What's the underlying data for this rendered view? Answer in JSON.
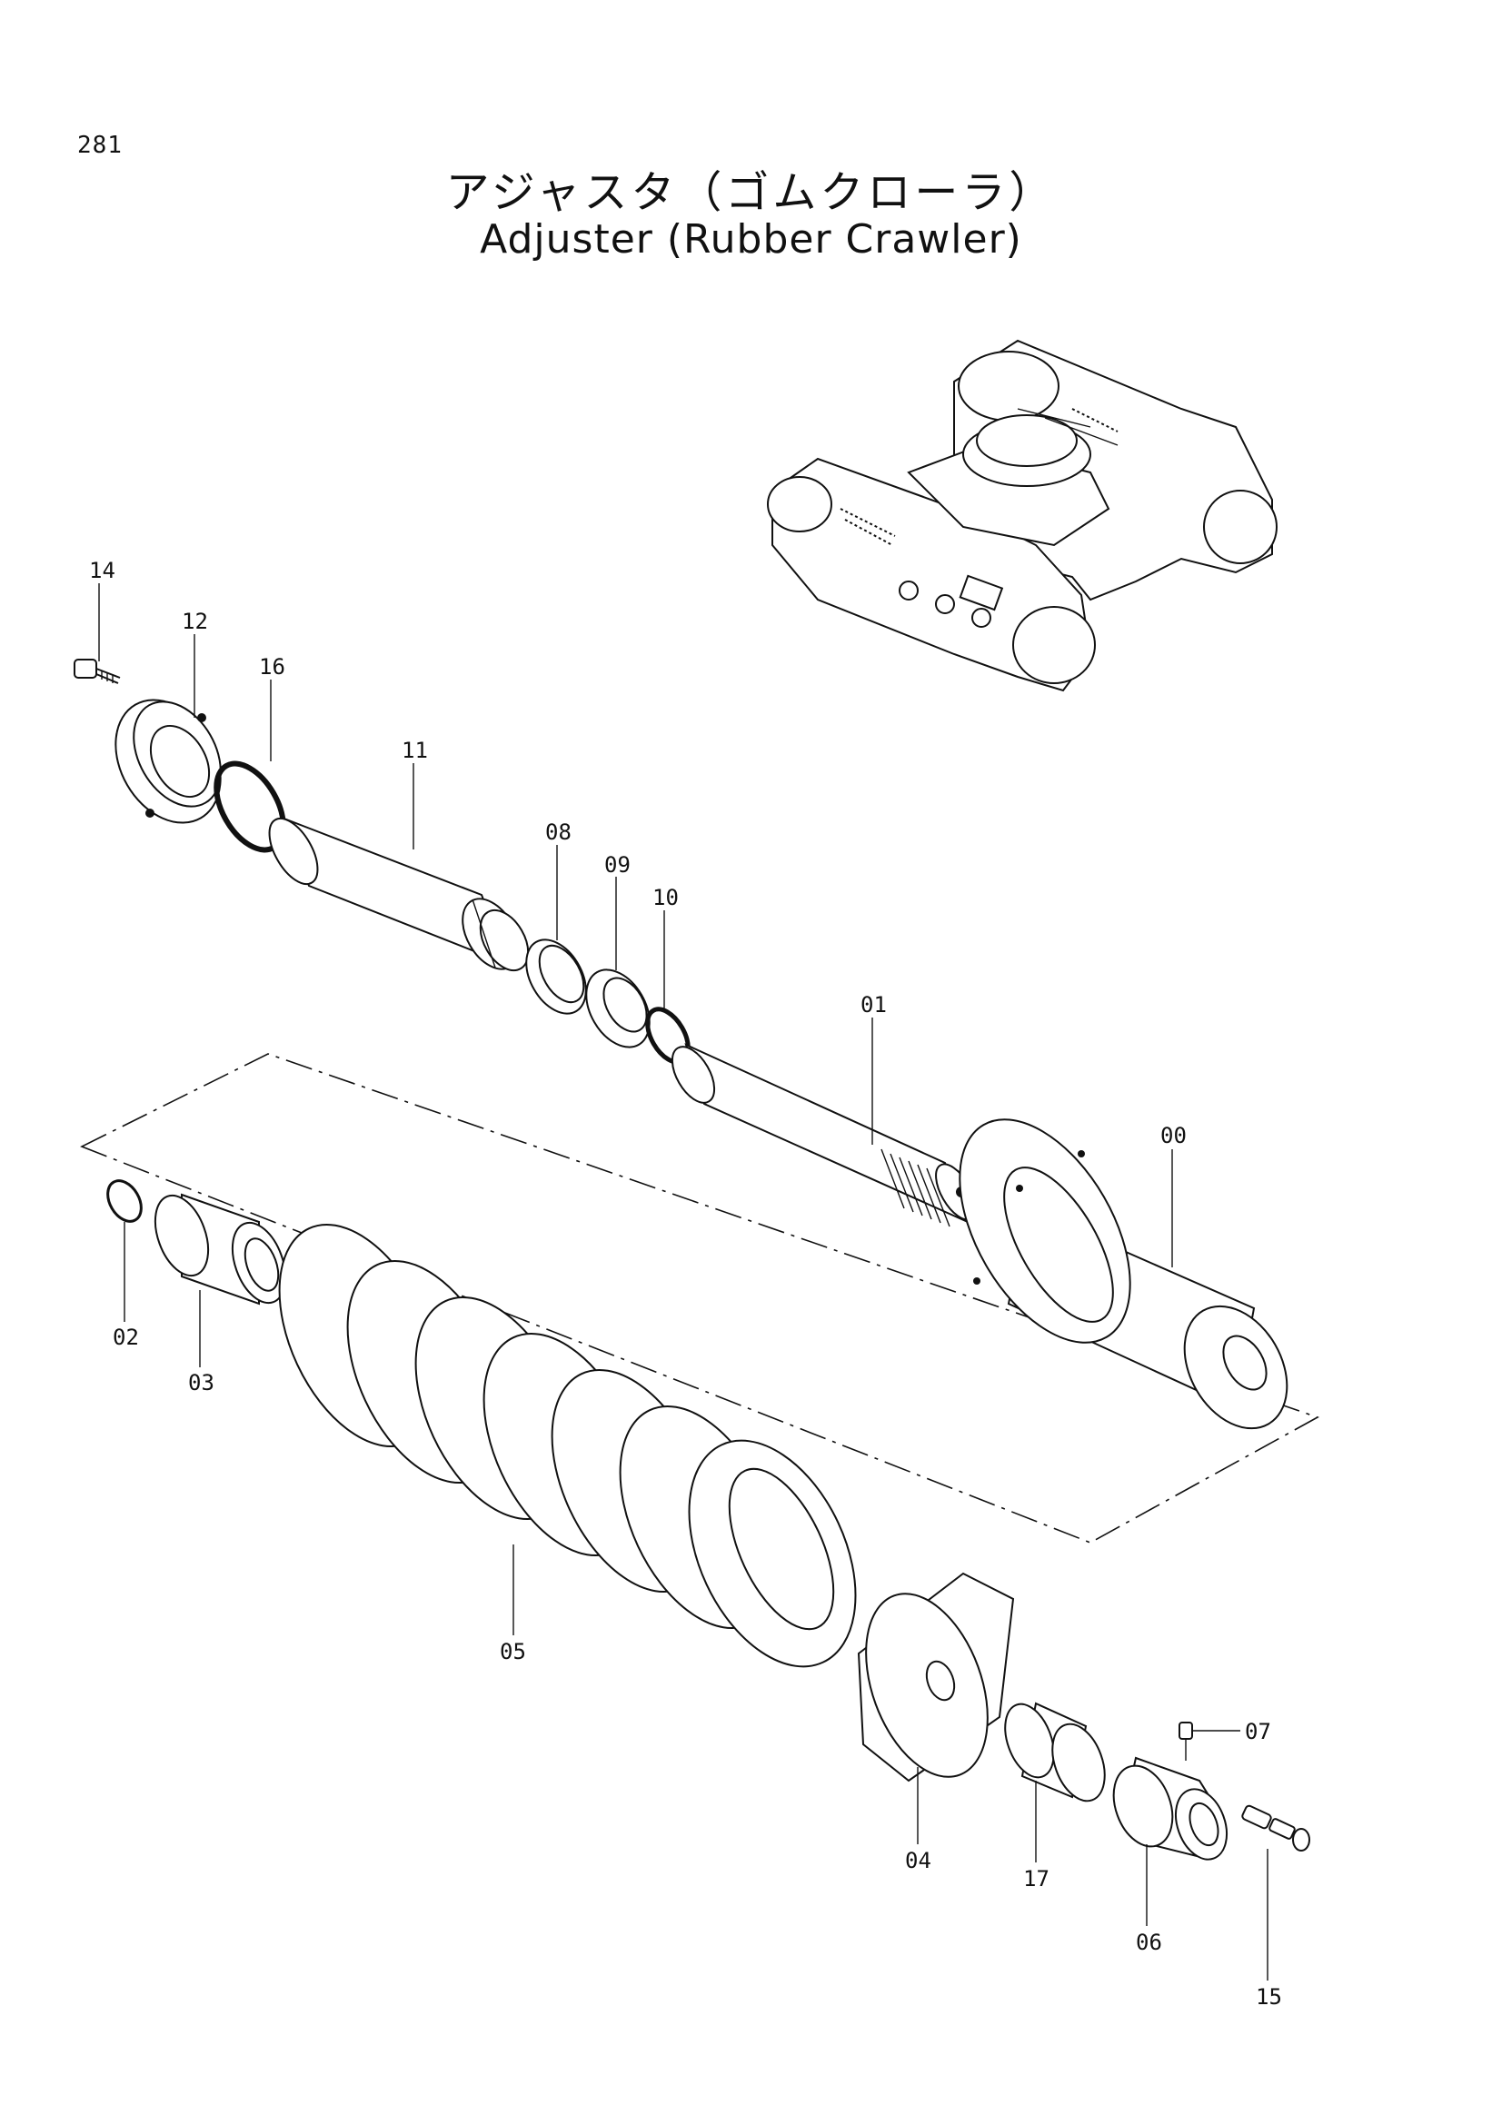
{
  "page": {
    "number": "281"
  },
  "title": {
    "japanese": "アジャスタ（ゴムクローラ）",
    "english": "Adjuster (Rubber Crawler)"
  },
  "parts": [
    {
      "id": "p00",
      "label": "00"
    },
    {
      "id": "p01",
      "label": "01"
    },
    {
      "id": "p02",
      "label": "02"
    },
    {
      "id": "p03",
      "label": "03"
    },
    {
      "id": "p04",
      "label": "04"
    },
    {
      "id": "p05",
      "label": "05"
    },
    {
      "id": "p06",
      "label": "06"
    },
    {
      "id": "p07",
      "label": "07"
    },
    {
      "id": "p08",
      "label": "08"
    },
    {
      "id": "p09",
      "label": "09"
    },
    {
      "id": "p10",
      "label": "10"
    },
    {
      "id": "p11",
      "label": "11"
    },
    {
      "id": "p12",
      "label": "12"
    },
    {
      "id": "p14",
      "label": "14"
    },
    {
      "id": "p15",
      "label": "15"
    },
    {
      "id": "p16",
      "label": "16"
    },
    {
      "id": "p17",
      "label": "17"
    }
  ]
}
